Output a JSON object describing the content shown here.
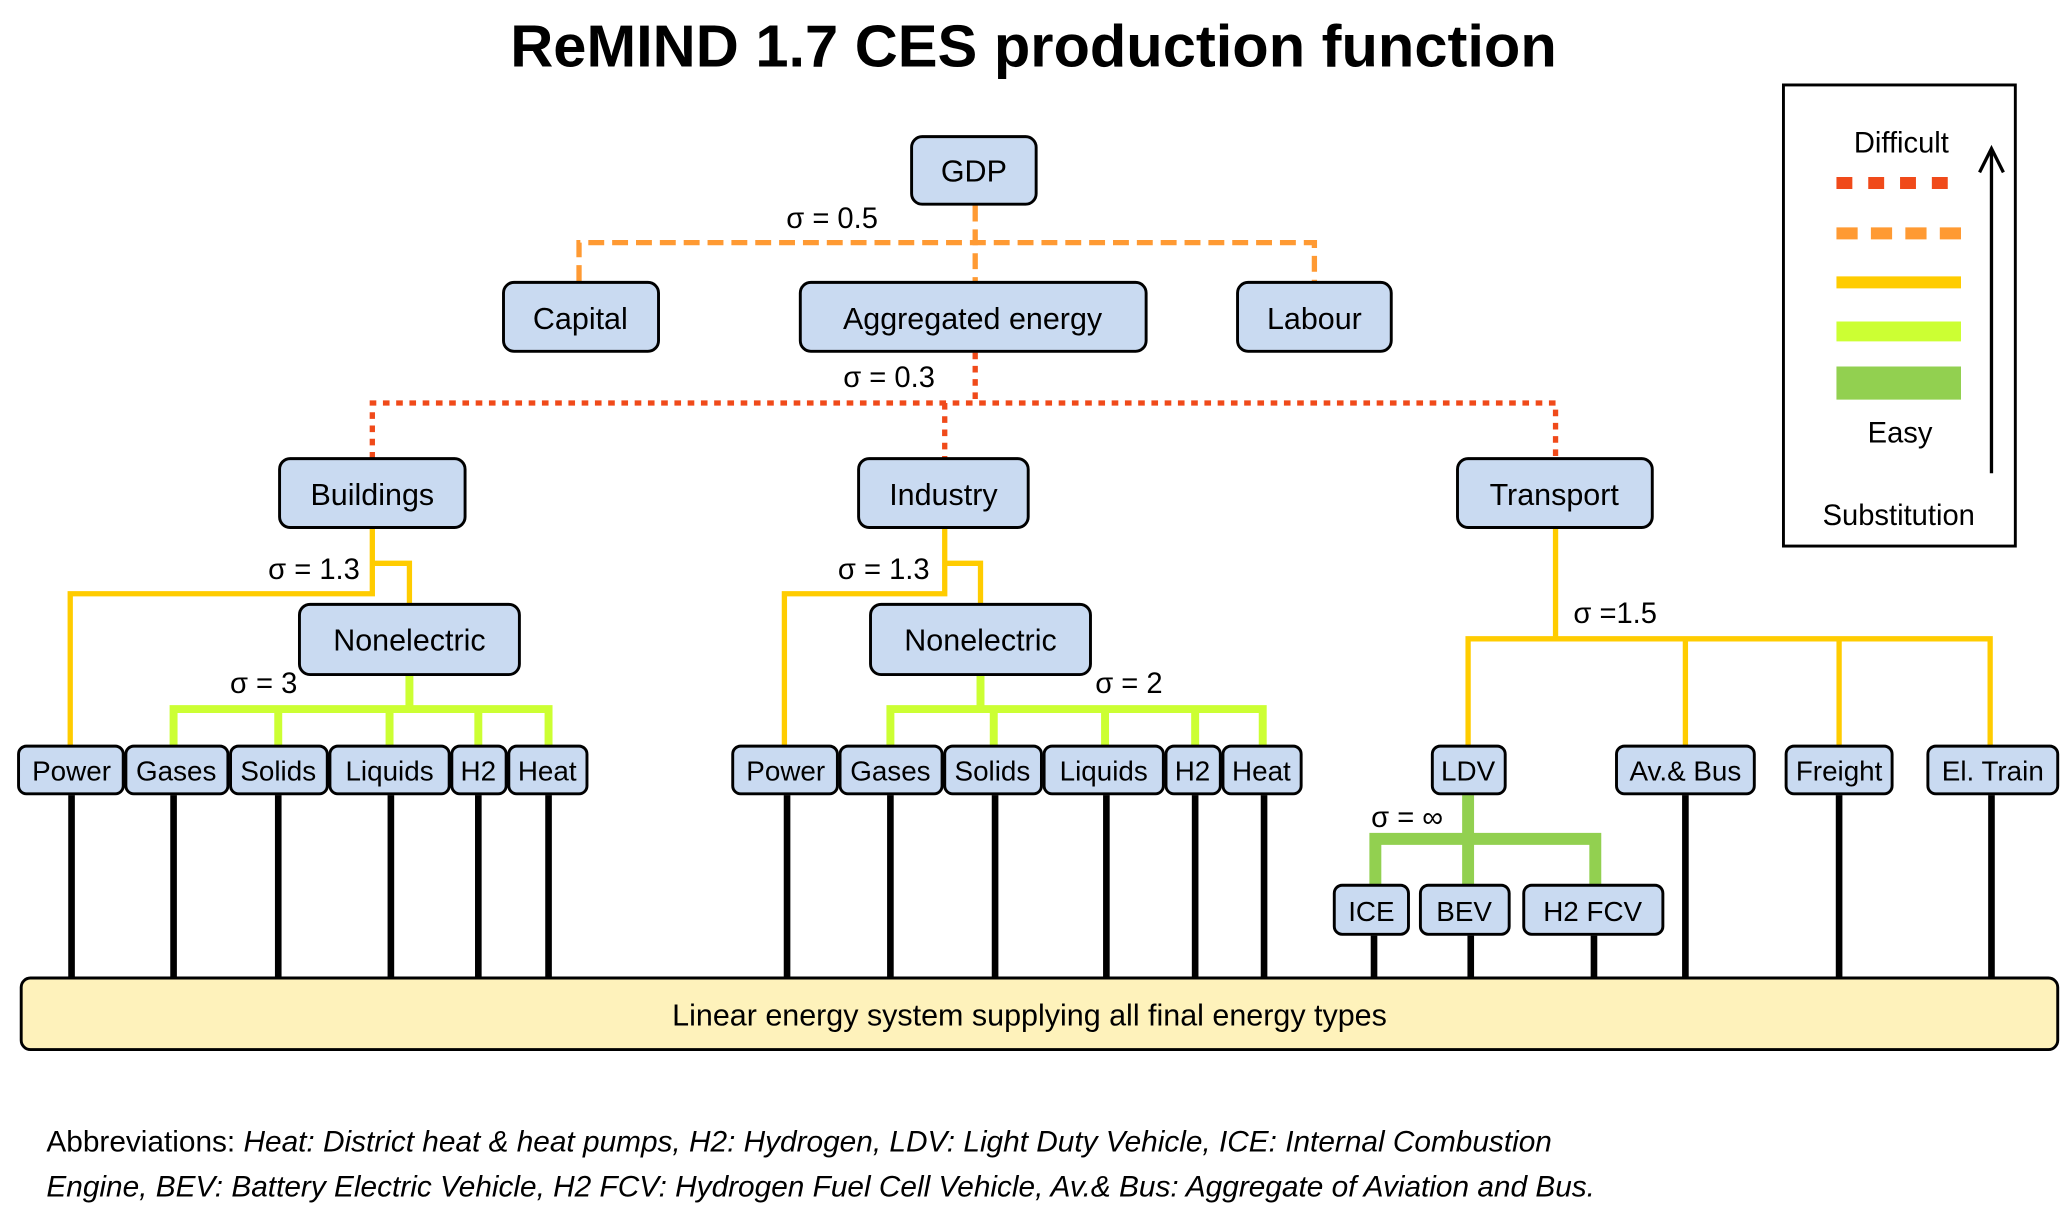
{
  "title": "ReMIND 1.7 CES production function",
  "colors": {
    "node_fill": "#c9daf1",
    "base_fill": "#fef2bb",
    "sigma_0_3": "#f04a1a",
    "sigma_0_5": "#ff9a33",
    "sigma_1_3_to_1_5": "#ffcc00",
    "sigma_2_to_3": "#ccff33",
    "sigma_inf": "#92d050",
    "supply_line": "#000000"
  },
  "nodes": {
    "gdp": "GDP",
    "capital": "Capital",
    "aggregated_energy": "Aggregated energy",
    "labour": "Labour",
    "buildings": "Buildings",
    "industry": "Industry",
    "transport": "Transport",
    "buildings_nonelectric": "Nonelectric",
    "industry_nonelectric": "Nonelectric",
    "buildings_leaves": [
      "Power",
      "Gases",
      "Solids",
      "Liquids",
      "H2",
      "Heat"
    ],
    "industry_leaves": [
      "Power",
      "Gases",
      "Solids",
      "Liquids",
      "H2",
      "Heat"
    ],
    "transport_leaves": [
      "LDV",
      "Av.& Bus",
      "Freight",
      "El. Train"
    ],
    "ldv_leaves": [
      "ICE",
      "BEV",
      "H2 FCV"
    ],
    "base": "Linear energy system supplying all final energy types"
  },
  "sigmas": {
    "gdp": "σ = 0.5",
    "aggregated_energy": "σ = 0.3",
    "buildings": "σ = 1.3",
    "buildings_nonelectric": "σ = 3",
    "industry": "σ = 1.3",
    "industry_nonelectric": "σ = 2",
    "transport": "σ =1.5",
    "ldv": "σ = ∞"
  },
  "legend": {
    "top_label": "Difficult",
    "bottom_label": "Easy",
    "caption": "Substitution",
    "entries": [
      {
        "style": "dotted",
        "color": "#f04a1a"
      },
      {
        "style": "dashed",
        "color": "#ff9a33"
      },
      {
        "style": "solid-thin",
        "color": "#ffcc00"
      },
      {
        "style": "solid-medium",
        "color": "#ccff33"
      },
      {
        "style": "solid-thick",
        "color": "#92d050"
      }
    ]
  },
  "abbreviations": {
    "lead": "Abbreviations: ",
    "line1": "Heat: District heat & heat pumps, H2: Hydrogen, LDV: Light Duty Vehicle, ICE: Internal Combustion",
    "line2": "Engine, BEV: Battery Electric Vehicle, H2 FCV: Hydrogen Fuel Cell Vehicle, Av.& Bus: Aggregate of Aviation and Bus."
  }
}
